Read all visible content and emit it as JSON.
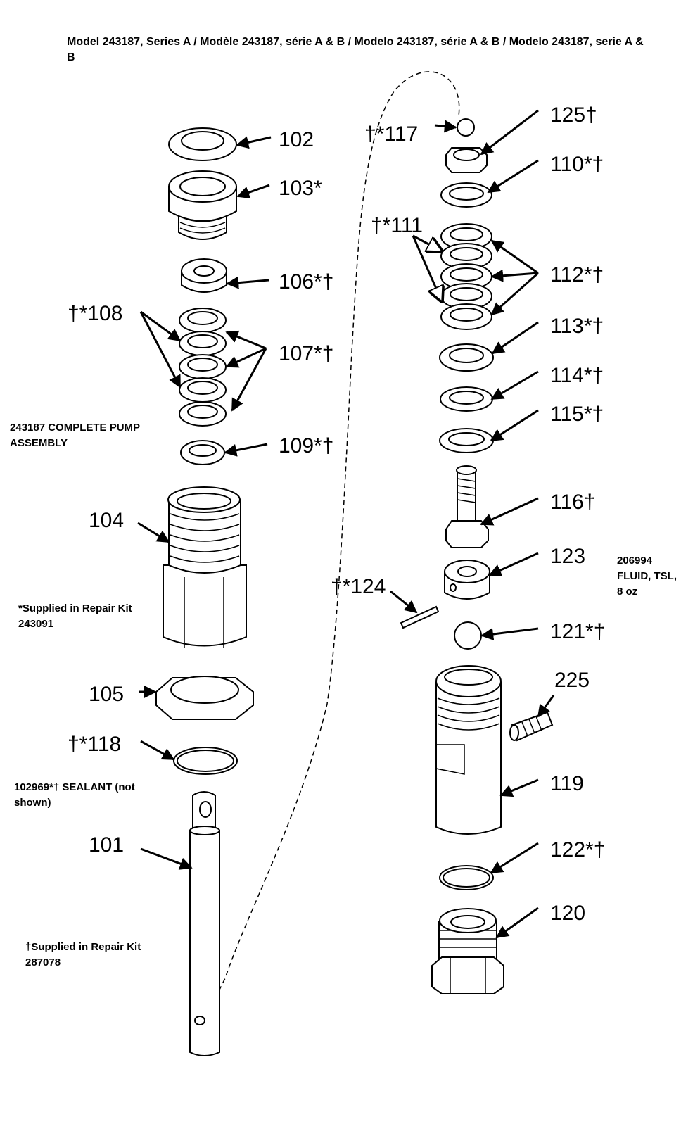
{
  "header": "Model 243187, Series A / Modèle 243187, série A & B / Modelo 243187, série A & B / Modelo 243187, serie A & B",
  "notes": {
    "assembly": "243187 COMPLETE PUMP ASSEMBLY",
    "kit_star": "*Supplied in Repair Kit 243091",
    "sealant": "102969*† SEALANT (not shown)",
    "kit_dagger": "†Supplied in Repair Kit 287078",
    "fluid": "206994 FLUID, TSL, 8 oz"
  },
  "callouts": {
    "c102": "102",
    "c103": "103*",
    "c106": "106*†",
    "c108": "†*108",
    "c107": "107*†",
    "c109": "109*†",
    "c104": "104",
    "c105": "105",
    "c118": "†*118",
    "c101": "101",
    "c117": "†*117",
    "c125": "125†",
    "c110": "110*†",
    "c111": "†*111",
    "c112": "112*†",
    "c113": "113*†",
    "c114": "114*†",
    "c115": "115*†",
    "c116": "116†",
    "c123": "123",
    "c124": "†*124",
    "c121": "121*†",
    "c225": "225",
    "c119": "119",
    "c122": "122*†",
    "c120": "120"
  }
}
